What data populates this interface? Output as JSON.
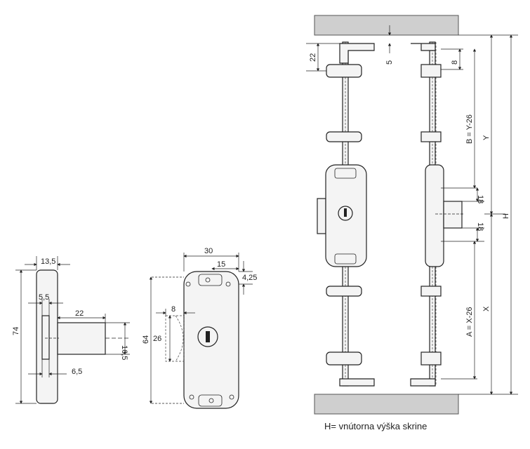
{
  "dims": {
    "side_13_5": "13,5",
    "side_5_5": "5,5",
    "side_22": "22",
    "side_16_5": "16,5",
    "side_6_5": "6,5",
    "side_74": "74",
    "front_30": "30",
    "front_15": "15",
    "front_4_25": "4,25",
    "front_8": "8",
    "front_64": "64",
    "front_26": "26",
    "rod_22": "22",
    "rod_5": "5",
    "rod_8": "8",
    "rod_b": "B = Y-26",
    "rod_y": "Y",
    "rod_h": "H",
    "rod_18_top": "18",
    "rod_18_bottom": "18",
    "rod_a": "A = X-26",
    "rod_x": "X"
  },
  "caption": "H= vnútorna výška skrine"
}
